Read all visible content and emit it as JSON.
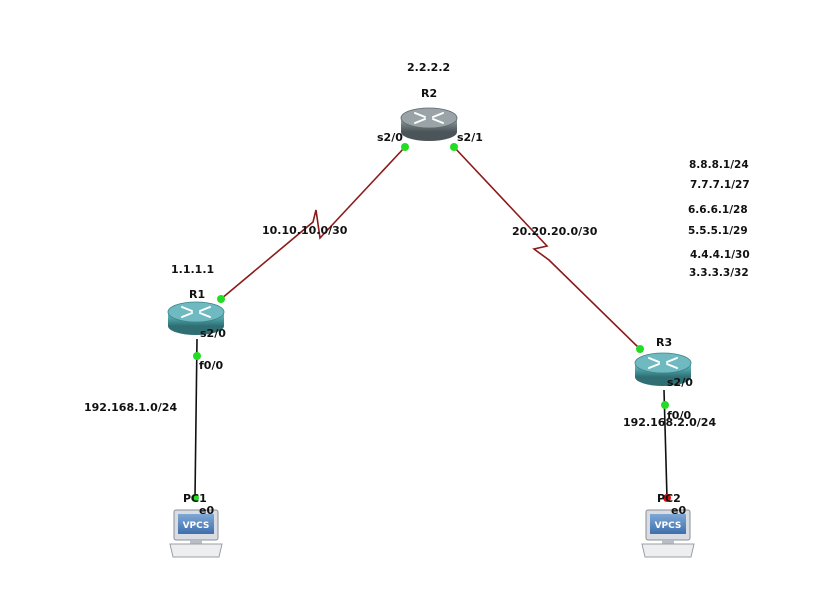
{
  "topology": {
    "routers": [
      {
        "id": "r1",
        "name": "R1",
        "loopback": "1.1.1.1",
        "color": "#4a9ea3"
      },
      {
        "id": "r2",
        "name": "R2",
        "loopback": "2.2.2.2",
        "color": "#6e7a7e"
      },
      {
        "id": "r3",
        "name": "R3",
        "loopback": "",
        "color": "#4a9ea3"
      }
    ],
    "hosts": [
      {
        "id": "pc1",
        "name": "PC1",
        "badge": "VPCS",
        "port": "e0"
      },
      {
        "id": "pc2",
        "name": "PC2",
        "badge": "VPCS",
        "port": "e0"
      }
    ],
    "links": [
      {
        "id": "r1-r2",
        "network": "10.10.10.0/30",
        "a_port": "s2/0",
        "b_port": "s2/0",
        "type": "serial",
        "color": "#8b1a1a"
      },
      {
        "id": "r2-r3",
        "network": "20.20.20.0/30",
        "a_port": "s2/1",
        "b_port": "s2/0",
        "type": "serial",
        "color": "#8b1a1a"
      },
      {
        "id": "r1-pc1",
        "network": "192.168.1.0/24",
        "a_port": "f0/0",
        "b_port": "e0",
        "type": "ethernet",
        "color": "#111111"
      },
      {
        "id": "r3-pc2",
        "network": "192.168.2.0/24",
        "a_port": "f0/0",
        "b_port": "e0",
        "type": "ethernet",
        "color": "#111111"
      }
    ],
    "r3_loopbacks": [
      "8.8.8.1/24",
      "7.7.7.1/27",
      "6.6.6.1/28",
      "5.5.5.1/29",
      "4.4.4.1/30",
      "3.3.3.3/32"
    ],
    "status_colors": {
      "up": "#22dd22",
      "down": "#dd1111"
    }
  }
}
